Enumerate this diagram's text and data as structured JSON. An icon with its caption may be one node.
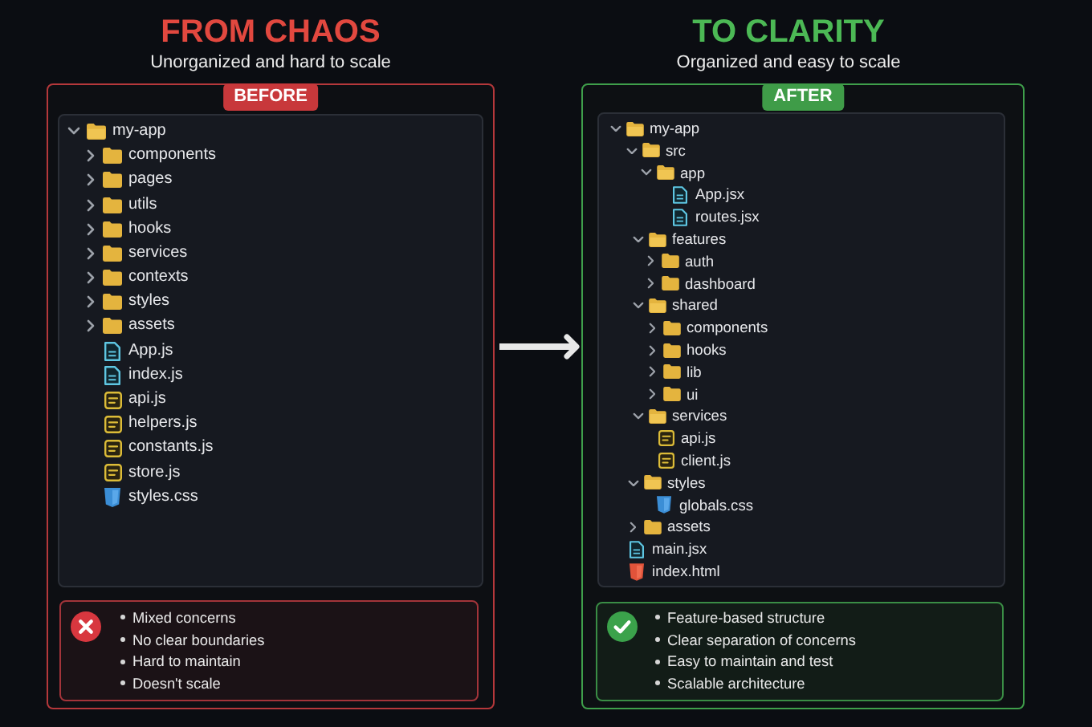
{
  "diagram": {
    "nodes": [
      {
        "text": [
          "FROM CHAOS",
          "Unorganized and hard to scale"
        ]
      },
      {
        "text": [
          "BEFORE"
        ],
        "in": 0
      },
      {
        "text": [
          "my-app",
          "components",
          "pages",
          "utils",
          "hooks",
          "services",
          "contexts",
          "styles",
          "assets",
          "App.js",
          "index.js",
          "api.js",
          "helpers.js",
          "constants.js",
          "store.js",
          "styles.css"
        ],
        "in": 0
      },
      {
        "text": [
          "Mixed concerns",
          "No clear boundaries",
          "Hard to maintain",
          "Doesn't scale"
        ],
        "in": 0
      },
      {
        "text": [
          "TO CLARITY",
          "Organized and easy to scale"
        ]
      },
      {
        "text": [
          "AFTER"
        ],
        "in": 4
      },
      {
        "text": [
          "my-app",
          "src",
          "app",
          "App.jsx",
          "routes.jsx",
          "features",
          "auth",
          "dashboard",
          "shared",
          "components",
          "hooks",
          "lib",
          "ui",
          "services",
          "api.js",
          "client.js",
          "styles",
          "globals.css",
          "assets",
          "main.jsx",
          "index.html"
        ],
        "in": 4
      },
      {
        "text": [
          "Feature-based structure",
          "Clear separation of concerns",
          "Easy to maintain and test",
          "Scalable architecture"
        ],
        "in": 4
      }
    ],
    "edges": [
      {
        "from": 0,
        "to": 4,
        "arrow": "to"
      }
    ]
  }
}
